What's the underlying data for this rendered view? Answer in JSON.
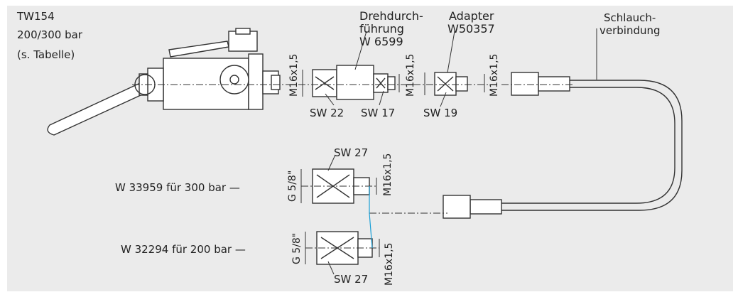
{
  "title": {
    "line1": "TW154",
    "line2": "200/300 bar",
    "line3": "(s. Tabelle)"
  },
  "parts": {
    "drehdurchfuehrung": {
      "line1": "Drehdurch-",
      "line2": "führung",
      "code": "W 6599"
    },
    "adapter": {
      "line1": "Adapter",
      "line2": "W50357"
    },
    "schlauch": {
      "line1": "Schlauch-",
      "line2": "verbindung"
    },
    "w33959": "W 33959 für 300 bar —",
    "w32294": "W 32294 für 200 bar —"
  },
  "sizes": {
    "sw22": "SW 22",
    "sw17": "SW 17",
    "sw19": "SW 19",
    "sw27_top": "SW 27",
    "sw27_bottom": "SW 27"
  },
  "threads": {
    "m16_a": "M16x1,5",
    "m16_b": "M16x1,5",
    "m16_c": "M16x1,5",
    "m16_d": "M16x1,5",
    "m16_e": "M16x1,5",
    "g58_a": "G 5/8\"",
    "g58_b": "G 5/8\""
  },
  "colors": {
    "background": "#ebebeb",
    "line": "#333333",
    "accent": "#1a9fd6"
  }
}
